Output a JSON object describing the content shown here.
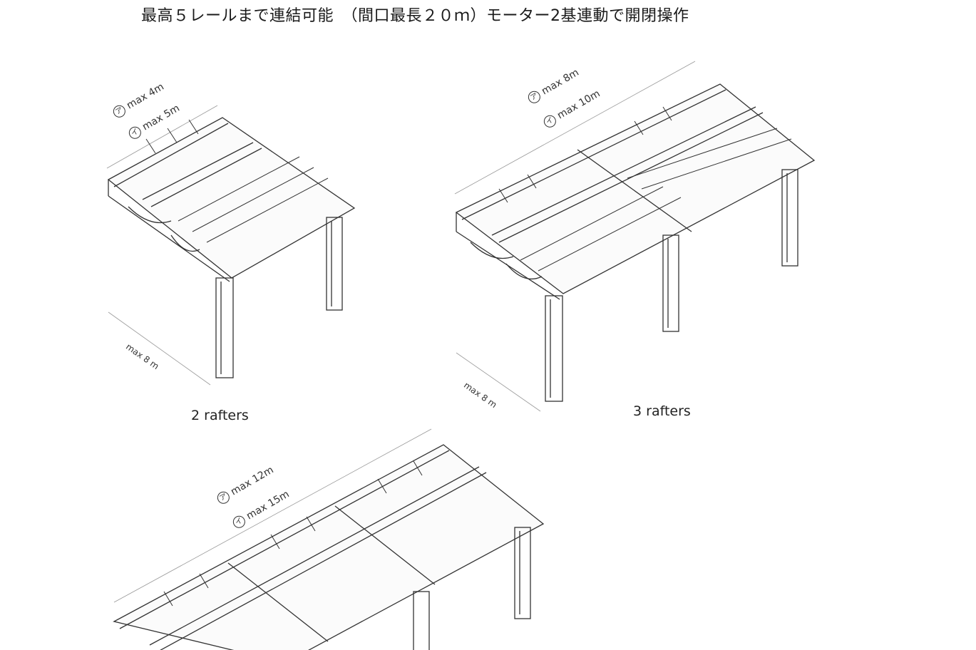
{
  "title": "最高５レールまで連結可能　（間口最長２０ｍ）モーター2基連動で開閉操作",
  "diagrams": [
    {
      "caption": "2 rafters",
      "dim_a_symbol": "ア",
      "dim_a": "max 4m",
      "dim_b_symbol": "イ",
      "dim_b": "max 5m",
      "depth": "max 8 m"
    },
    {
      "caption": "3 rafters",
      "dim_a_symbol": "ア",
      "dim_a": "max 8m",
      "dim_b_symbol": "イ",
      "dim_b": "max 10m",
      "depth": "max 8 m"
    },
    {
      "dim_a_symbol": "ア",
      "dim_a": "max 12m",
      "dim_b_symbol": "イ",
      "dim_b": "max 15m"
    }
  ]
}
